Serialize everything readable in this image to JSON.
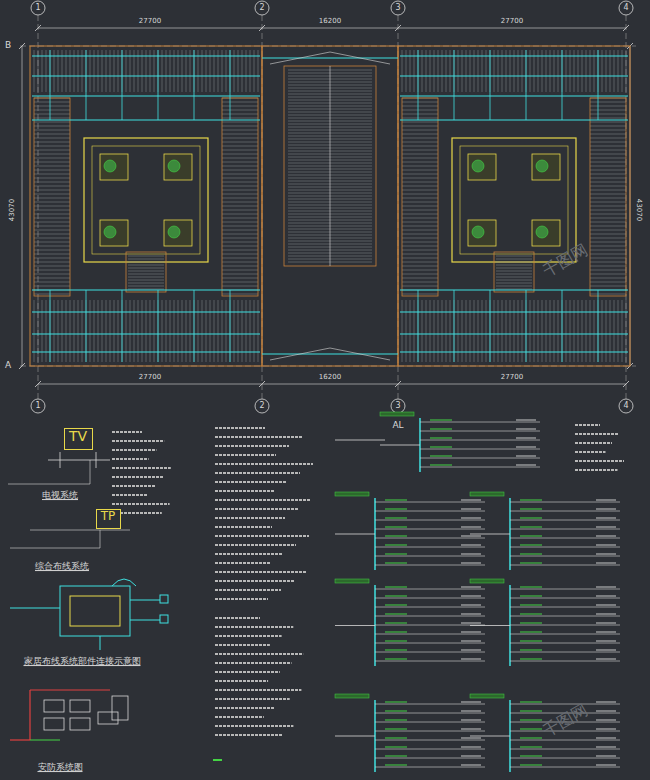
{
  "diagram": {
    "nodes": [
      {
        "text": [
          "TV"
        ]
      },
      {
        "text": [
          "TP"
        ]
      }
    ],
    "labels": [
      "1",
      "2",
      "3",
      "4",
      "27700",
      "16200",
      "27700",
      "B",
      "A",
      "43070",
      "43070",
      "27700",
      "16200",
      "27700",
      "1",
      "2",
      "3",
      "4",
      "电视系统",
      "综合布线系统",
      "家居布线系统部件连接示意图",
      "安防系统图",
      "AL",
      "千图网",
      "千图网"
    ]
  }
}
